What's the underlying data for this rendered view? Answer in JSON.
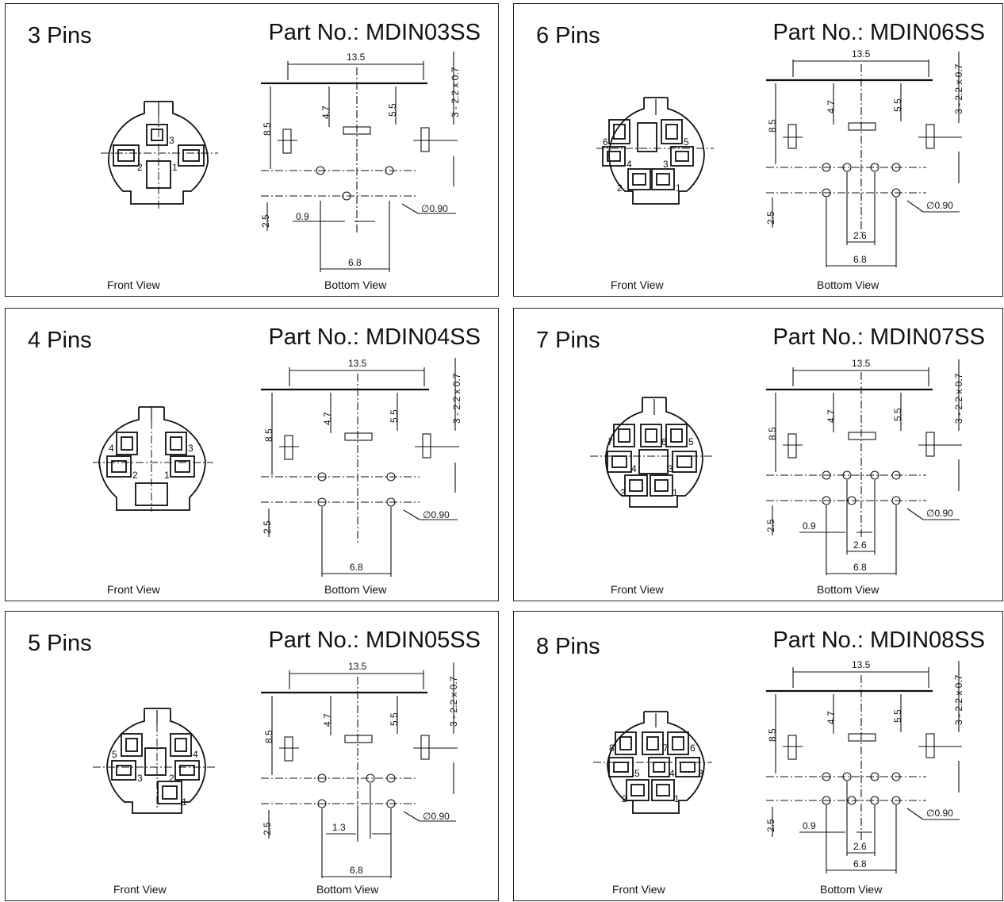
{
  "panels": [
    {
      "title": "3 Pins",
      "part": "Part No.: MDIN03SS",
      "front_view": "Front View",
      "bottom_view": "Bottom View",
      "pin_labels": [
        "3",
        "2",
        "1"
      ],
      "dims": {
        "width": "13.5",
        "d1": "4.7",
        "d2": "5.5",
        "d3": "8.5",
        "pitch": "3 - 2.2 x 0.7",
        "row": "2.5",
        "hole": "∅0.90",
        "small": "0.9",
        "base": "6.8"
      }
    },
    {
      "title": "6 Pins",
      "part": "Part No.: MDIN06SS",
      "front_view": "Front View",
      "bottom_view": "Bottom View",
      "pin_labels": [
        "6",
        "5",
        "4",
        "3",
        "2",
        "1"
      ],
      "dims": {
        "width": "13.5",
        "d1": "4.7",
        "d2": "5.5",
        "d3": "8.5",
        "pitch": "3 - 2.2 x 0.7",
        "row": "2.5",
        "hole": "∅0.90",
        "small": "2.6",
        "base": "6.8"
      }
    },
    {
      "title": "4 Pins",
      "part": "Part No.: MDIN04SS",
      "front_view": "Front View",
      "bottom_view": "Bottom View",
      "pin_labels": [
        "4",
        "3",
        "2",
        "1"
      ],
      "dims": {
        "width": "13.5",
        "d1": "4.7",
        "d2": "5.5",
        "d3": "8.5",
        "pitch": "3 - 2.2 x 0.7",
        "row": "2.5",
        "hole": "∅0.90",
        "base": "6.8"
      }
    },
    {
      "title": "7 Pins",
      "part": "Part No.: MDIN07SS",
      "front_view": "Front View",
      "bottom_view": "Bottom View",
      "pin_labels": [
        "7",
        "6",
        "5",
        "4",
        "3",
        "2",
        "1"
      ],
      "dims": {
        "width": "13.5",
        "d1": "4.7",
        "d2": "5.5",
        "d3": "8.5",
        "pitch": "3 - 2.2 x 0.7",
        "row": "2.5",
        "hole": "∅0.90",
        "small": "0.9",
        "mid": "2.6",
        "base": "6.8"
      }
    },
    {
      "title": "5 Pins",
      "part": "Part No.: MDIN05SS",
      "front_view": "Front View",
      "bottom_view": "Bottom View",
      "pin_labels": [
        "5",
        "4",
        "3",
        "2",
        "1"
      ],
      "dims": {
        "width": "13.5",
        "d1": "4.7",
        "d2": "5.5",
        "d3": "8.5",
        "pitch": "3 - 2.2 x 0.7",
        "row": "2.5",
        "hole": "∅0.90",
        "small": "1.3",
        "base": "6.8"
      }
    },
    {
      "title": "8 Pins",
      "part": "Part No.: MDIN08SS",
      "front_view": "Front View",
      "bottom_view": "Bottom View",
      "pin_labels": [
        "8",
        "7",
        "6",
        "5",
        "4",
        "3",
        "2",
        "1"
      ],
      "dims": {
        "width": "13.5",
        "d1": "4.7",
        "d2": "5.5",
        "d3": "8.5",
        "pitch": "3 - 2.2 x 0.7",
        "row": "2.5",
        "hole": "∅0.90",
        "small": "0.9",
        "mid": "2.6",
        "base": "6.8"
      }
    }
  ]
}
